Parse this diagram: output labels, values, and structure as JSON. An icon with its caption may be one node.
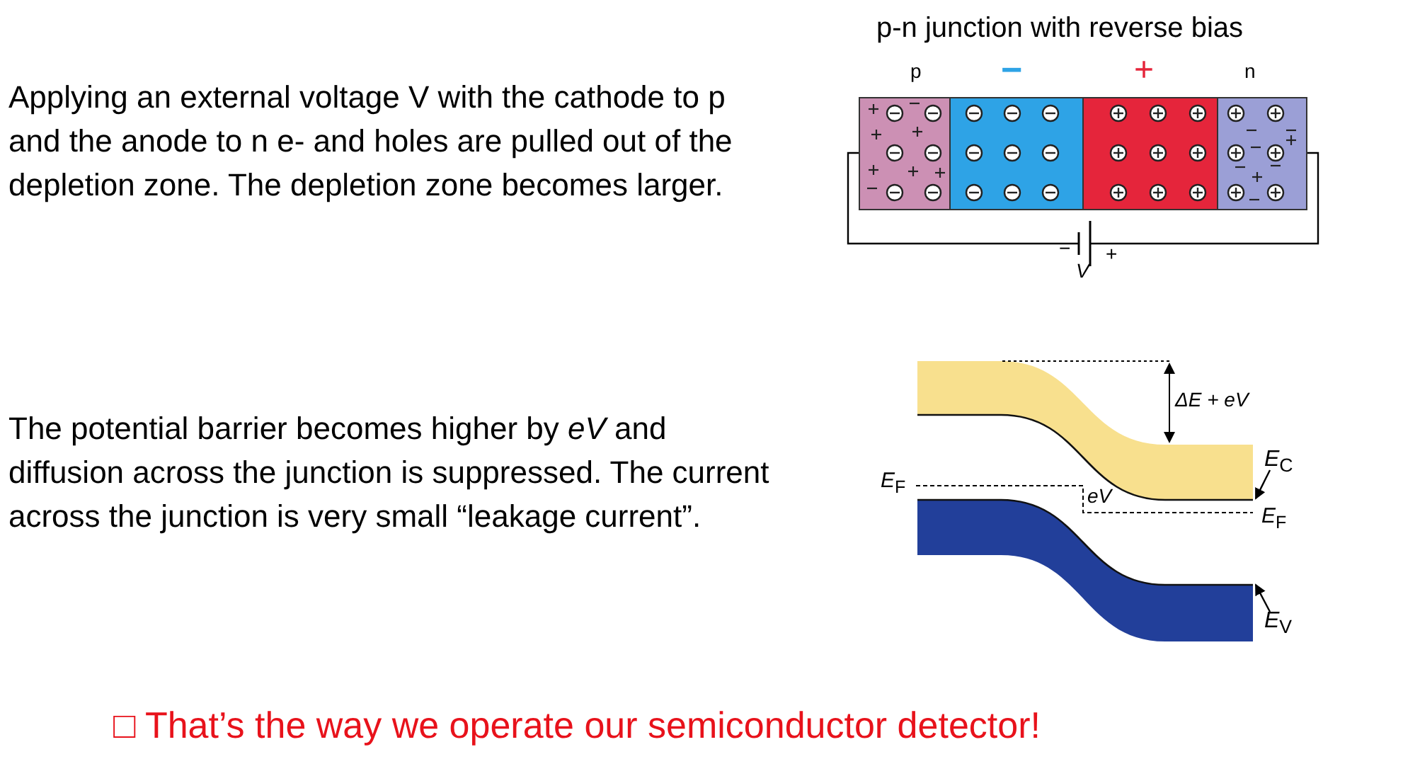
{
  "diagram": {
    "title": "p-n junction with reverse bias",
    "nodes": [
      {
        "text": [
          "*E*$_{C}$"
        ]
      },
      {
        "text": [],
        "shape": "band"
      },
      {
        "text": [
          "*E*$_{V}$"
        ]
      },
      {
        "text": [],
        "shape": "band"
      }
    ],
    "edges": [
      {
        "from": 0,
        "to": 1,
        "arrow": "to"
      },
      {
        "from": 2,
        "to": 3,
        "arrow": "to"
      }
    ],
    "labels": [
      "Applying an external voltage V with the cathode to p and the anode to n e- and holes are pulled out of the depletion zone. The depletion zone becomes larger.",
      "p",
      "−",
      "+",
      "n",
      "−",
      "+",
      "*V*",
      "ΔE + eV",
      "The potential barrier becomes higher by *eV* and diffusion across the junction is suppressed. The current across the junction is very small “leakage current”.",
      "*E*$_{F}$",
      "*eV*",
      "*E*$_{F}$",
      "□ That’s the way we operate our semiconductor detector!"
    ]
  }
}
